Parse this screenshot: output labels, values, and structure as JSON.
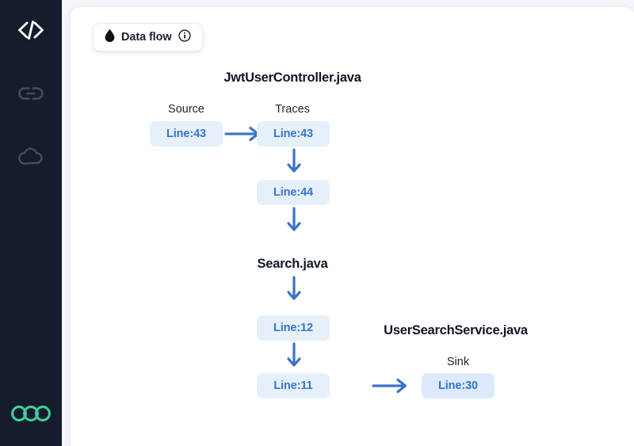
{
  "sidebar": {
    "items": [
      {
        "name": "code-icon",
        "label": "Code",
        "active": true
      },
      {
        "name": "link-icon",
        "label": "Links",
        "active": false
      },
      {
        "name": "cloud-icon",
        "label": "Cloud",
        "active": false
      }
    ],
    "logo": {
      "name": "three-circles-logo",
      "label": "Logo",
      "color": "#3ecf9a"
    },
    "bg_color": "#151c2c"
  },
  "badge": {
    "label": "Data flow",
    "drop_icon": "droplet-icon",
    "info_icon": "info-circle-icon"
  },
  "theme": {
    "node_bg": "#e6f0fb",
    "node_bg_sink": "#dceafb",
    "node_text": "#3575cf",
    "arrow_color": "#3b73c4",
    "title_color": "#101523",
    "card_bg": "#ffffff",
    "page_bg": "#f4f6fa"
  },
  "diagram": {
    "type": "data-flow-graph",
    "files": [
      {
        "title": "JwtUserController.java",
        "columns": [
          "Source",
          "Traces"
        ],
        "nodes": [
          {
            "id": "n1",
            "label": "Line:43",
            "role": "source"
          },
          {
            "id": "n2",
            "label": "Line:43",
            "role": "trace"
          },
          {
            "id": "n3",
            "label": "Line:44",
            "role": "trace"
          }
        ]
      },
      {
        "title": "Search.java",
        "columns": [],
        "nodes": [
          {
            "id": "n4",
            "label": "Line:12",
            "role": "trace"
          },
          {
            "id": "n5",
            "label": "Line:11",
            "role": "trace"
          }
        ]
      },
      {
        "title": "UserSearchService.java",
        "columns": [
          "Sink"
        ],
        "nodes": [
          {
            "id": "n6",
            "label": "Line:30",
            "role": "sink"
          }
        ]
      }
    ],
    "edges": [
      {
        "from": "n1",
        "to": "n2",
        "direction": "right"
      },
      {
        "from": "n2",
        "to": "n3",
        "direction": "down"
      },
      {
        "from": "n3",
        "to": "Search.java",
        "direction": "down"
      },
      {
        "from": "Search.java",
        "to": "n4",
        "direction": "down"
      },
      {
        "from": "n4",
        "to": "n5",
        "direction": "down"
      },
      {
        "from": "n5",
        "to": "n6",
        "direction": "right"
      }
    ]
  }
}
